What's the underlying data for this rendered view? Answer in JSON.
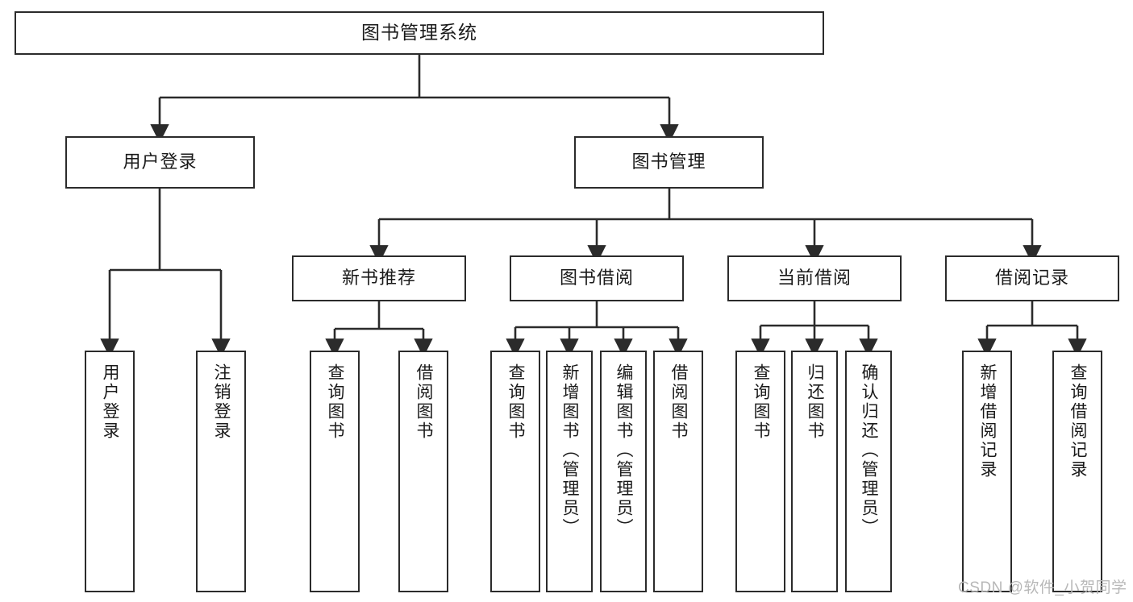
{
  "diagram": {
    "type": "tree-hierarchy-chart",
    "title": "图书管理系统",
    "stroke_color": "#2b2b2b",
    "fill_color": "#ffffff",
    "text_color": "#1a1a1a"
  },
  "root": {
    "label": "图书管理系统"
  },
  "level2": [
    {
      "id": "user-login",
      "label": "用户登录"
    },
    {
      "id": "book-manage",
      "label": "图书管理"
    }
  ],
  "level3": [
    {
      "id": "new-book-rec",
      "label": "新书推荐"
    },
    {
      "id": "book-borrow",
      "label": "图书借阅"
    },
    {
      "id": "current-borrow",
      "label": "当前借阅"
    },
    {
      "id": "borrow-record",
      "label": "借阅记录"
    }
  ],
  "leaves": {
    "user_login": [
      {
        "id": "leaf-user-login",
        "label": "用户登录"
      },
      {
        "id": "leaf-logout",
        "label": "注销登录"
      }
    ],
    "new_book_rec": [
      {
        "id": "leaf-query-book-1",
        "label": "查询图书"
      },
      {
        "id": "leaf-borrow-book-1",
        "label": "借阅图书"
      }
    ],
    "book_borrow": [
      {
        "id": "leaf-query-book-2",
        "label": "查询图书"
      },
      {
        "id": "leaf-add-book",
        "label": "新增图书（管理员）"
      },
      {
        "id": "leaf-edit-book",
        "label": "编辑图书（管理员）"
      },
      {
        "id": "leaf-borrow-book-2",
        "label": "借阅图书"
      }
    ],
    "current_borrow": [
      {
        "id": "leaf-query-book-3",
        "label": "查询图书"
      },
      {
        "id": "leaf-return-book",
        "label": "归还图书"
      },
      {
        "id": "leaf-confirm-return",
        "label": "确认归还（管理员）"
      }
    ],
    "borrow_record": [
      {
        "id": "leaf-add-record",
        "label": "新增借阅记录"
      },
      {
        "id": "leaf-query-record",
        "label": "查询借阅记录"
      }
    ]
  },
  "watermark": {
    "text": "CSDN @软件_小贺同学"
  }
}
